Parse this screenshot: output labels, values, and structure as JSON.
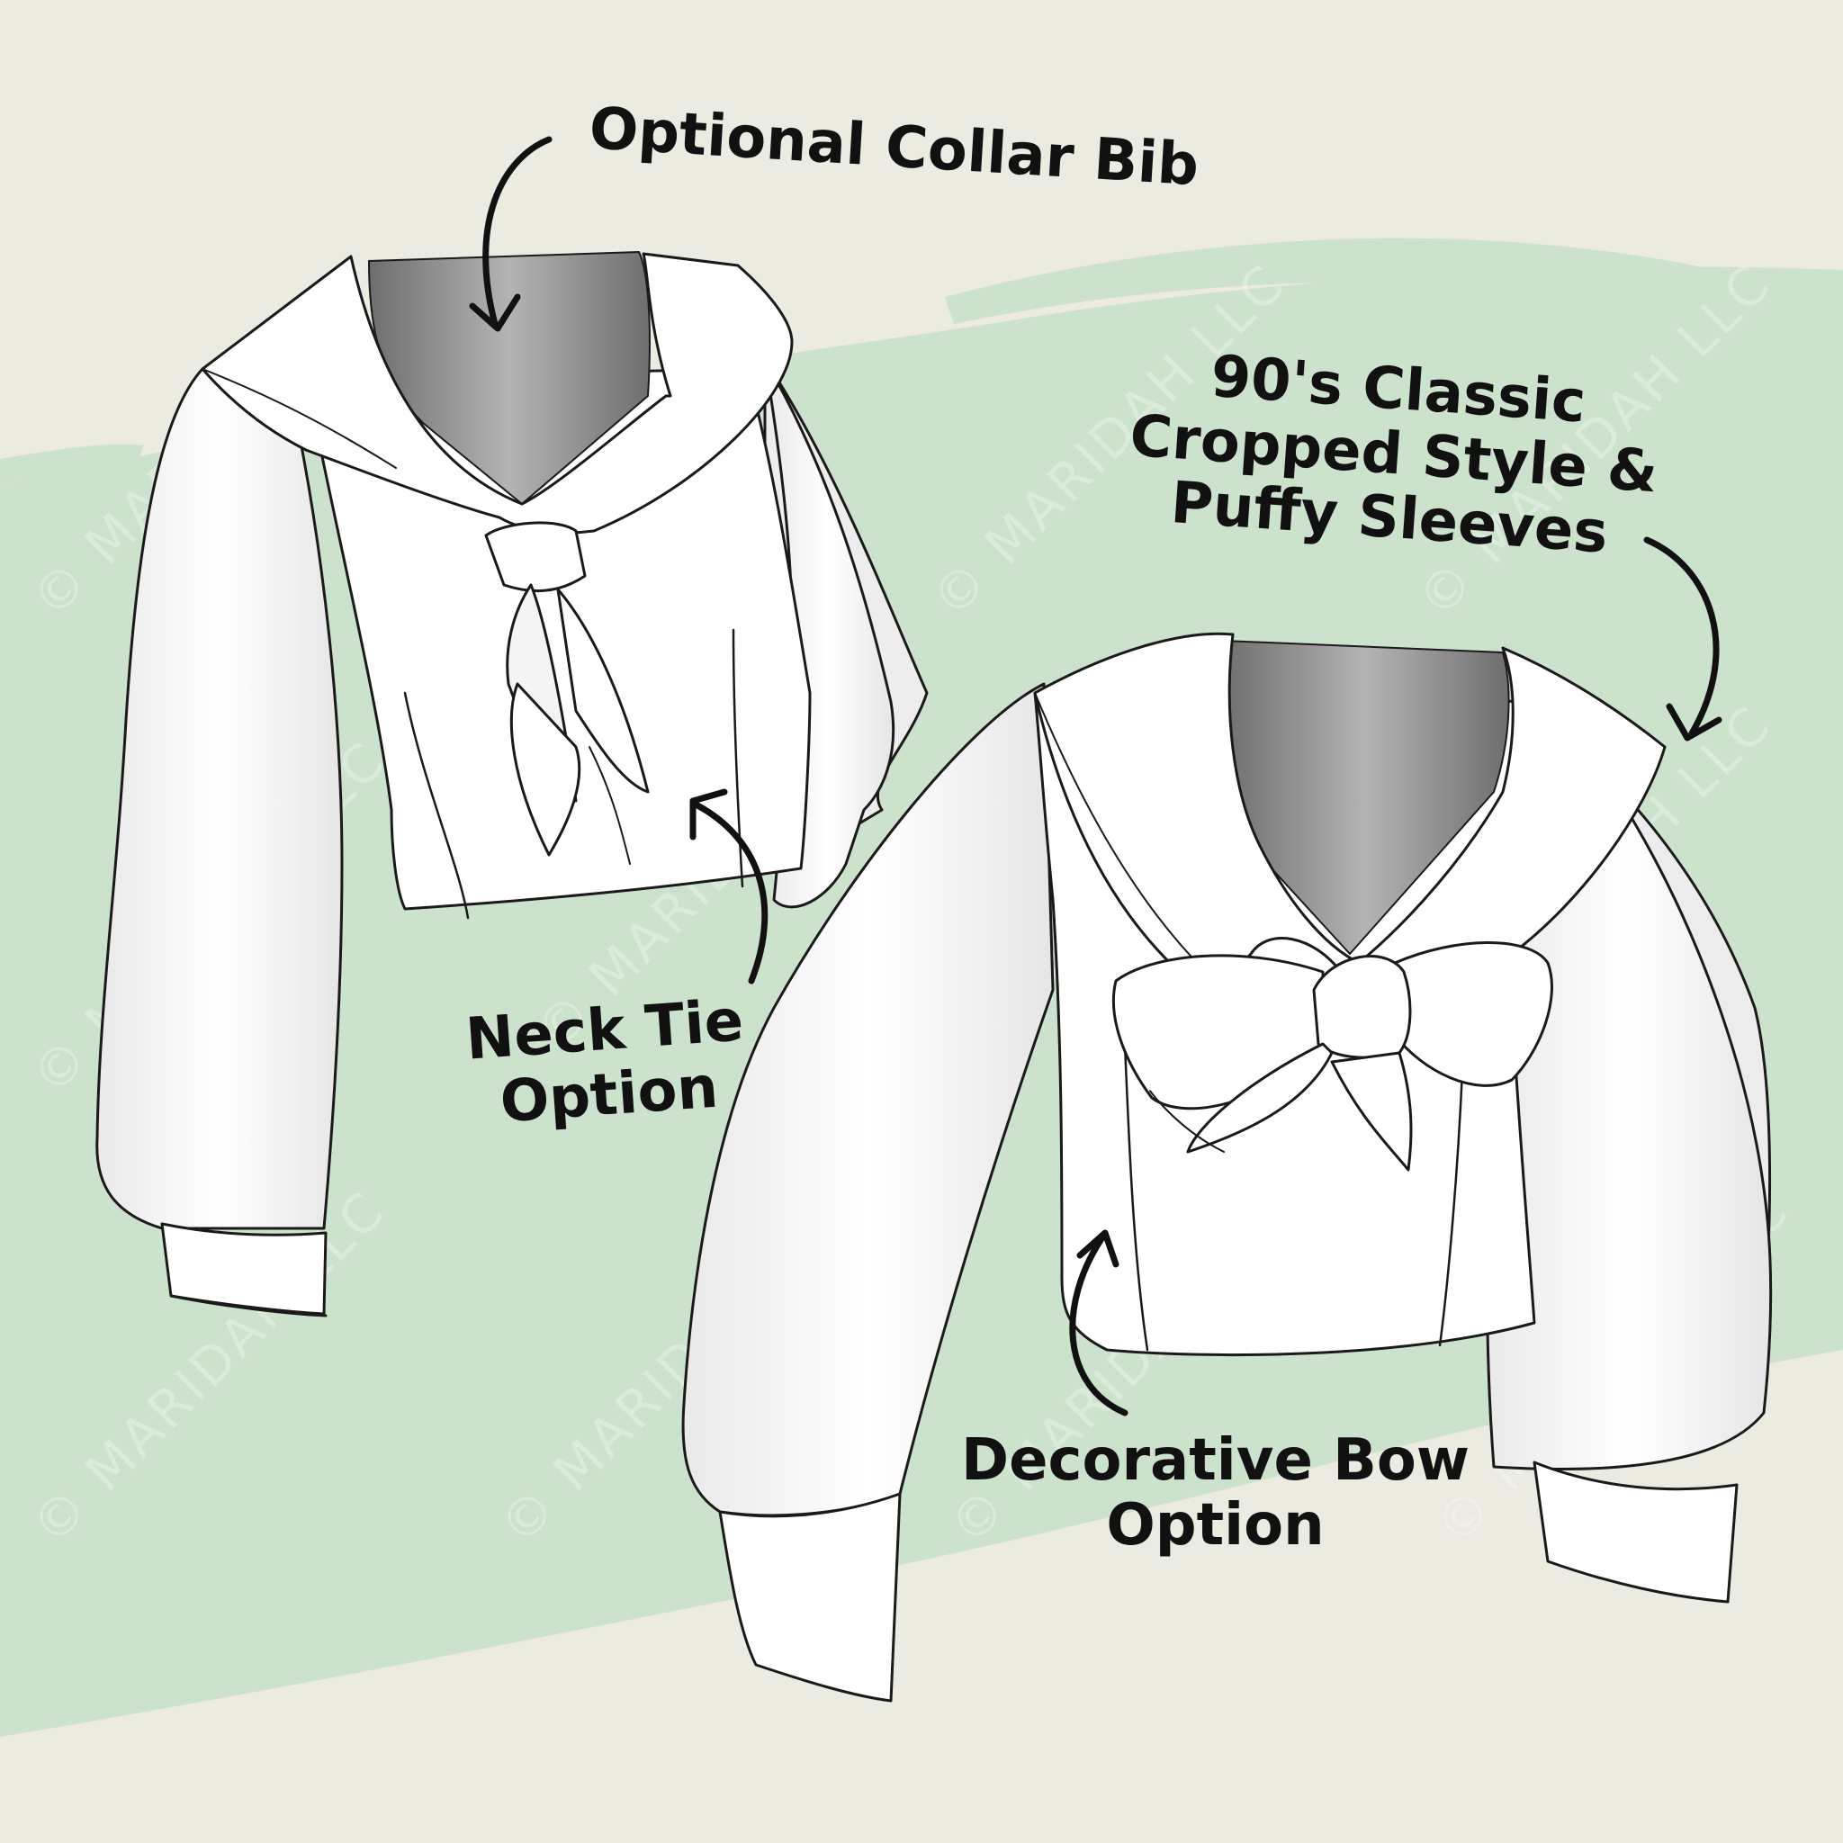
{
  "annotations": {
    "collar_bib": "Optional Collar Bib",
    "cropped_style": [
      "90's Classic",
      "Cropped Style &",
      "Puffy Sleeves"
    ],
    "neck_tie": [
      "Neck Tie",
      "Option"
    ],
    "decorative_bow": [
      "Decorative Bow",
      "Option"
    ]
  },
  "watermark": "© MARIDAH LLC",
  "colors": {
    "background": "#ebebe1",
    "green_band": "#cde2cc",
    "garment": "#ffffff",
    "outline": "#1a1a1a",
    "dress_form": "#8f8f8f"
  }
}
